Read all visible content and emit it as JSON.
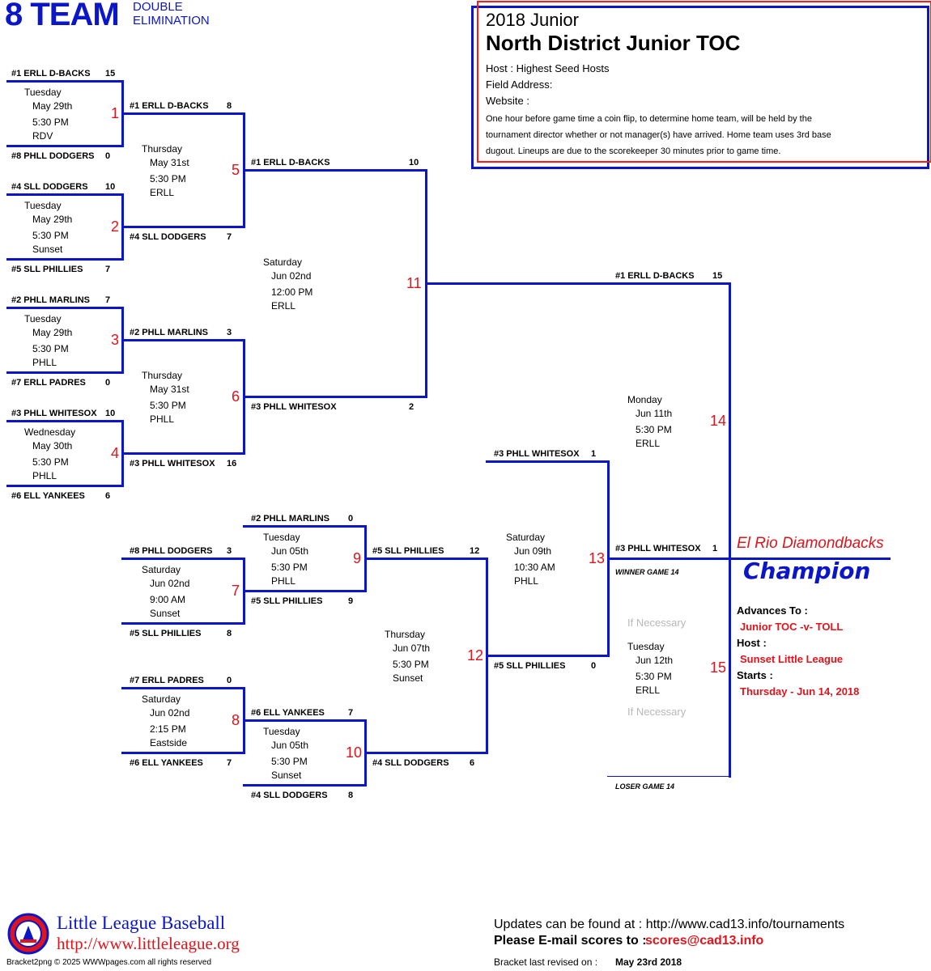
{
  "header": {
    "title_main": "8 TEAM",
    "title_sub_1": "DOUBLE",
    "title_sub_2": "ELIMINATION"
  },
  "tournament": {
    "year": "2018 Junior",
    "name": "North District Junior TOC",
    "host": "Host : Highest Seed Hosts",
    "field_address": "Field Address:",
    "website": "Website :",
    "description": "One hour before game time a coin flip, to determine home team, will be held by the tournament director whether or not manager(s) have arrived. Home team uses 3rd base dugout. Lineups are due to the scorekeeper 30 minutes prior to game time."
  },
  "teams": [
    {
      "name": "#1 ERLL D-BACKS",
      "score": "15"
    },
    {
      "name": "#8  PHLL DODGERS",
      "score": "0"
    },
    {
      "name": "#4 SLL DODGERS",
      "score": "10"
    },
    {
      "name": "#5  SLL PHILLIES",
      "score": "7"
    },
    {
      "name": "#2 PHLL MARLINS",
      "score": "7"
    },
    {
      "name": "#7 ERLL PADRES",
      "score": "0"
    },
    {
      "name": "#3 PHLL WHITESOX",
      "score": "10"
    },
    {
      "name": "#6 ELL YANKEES",
      "score": "6"
    },
    {
      "name": "#1 ERLL D-BACKS",
      "score": "8"
    },
    {
      "name": "#4 SLL DODGERS",
      "score": "7"
    },
    {
      "name": "#2 PHLL MARLINS",
      "score": "3"
    },
    {
      "name": "#3 PHLL WHITESOX",
      "score": "16"
    },
    {
      "name": "#1 ERLL D-BACKS",
      "score": "10"
    },
    {
      "name": "#3 PHLL WHITESOX",
      "score": "2"
    },
    {
      "name": "#1 ERLL D-BACKS",
      "score": "15"
    },
    {
      "name": "#8 PHLL DODGERS",
      "score": "3"
    },
    {
      "name": "#5 SLL PHILLIES",
      "score": "8"
    },
    {
      "name": "#7 ERLL PADRES",
      "score": "0"
    },
    {
      "name": "#6 ELL YANKEES",
      "score": "7"
    },
    {
      "name": "#2 PHLL MARLINS",
      "score": "0"
    },
    {
      "name": "#5 SLL PHILLIES",
      "score": "9"
    },
    {
      "name": "#6 ELL YANKEES",
      "score": "7"
    },
    {
      "name": "#4 SLL DODGERS",
      "score": "8"
    },
    {
      "name": "#5 SLL PHILLIES",
      "score": "12"
    },
    {
      "name": "#4 SLL DODGERS",
      "score": "6"
    },
    {
      "name": "#3 PHLL WHITESOX",
      "score": "1"
    },
    {
      "name": "#5 SLL PHILLIES",
      "score": "0"
    },
    {
      "name": "#3 PHLL WHITESOX",
      "score": "1"
    }
  ],
  "games": [
    {
      "num": "1",
      "day": "Tuesday",
      "date": "May 29th",
      "time": "5:30 PM",
      "field": "RDV"
    },
    {
      "num": "2",
      "day": "Tuesday",
      "date": "May 29th",
      "time": "5:30 PM",
      "field": "Sunset"
    },
    {
      "num": "3",
      "day": "Tuesday",
      "date": "May 29th",
      "time": "5:30 PM",
      "field": "PHLL"
    },
    {
      "num": "4",
      "day": "Wednesday",
      "date": "May 30th",
      "time": "5:30 PM",
      "field": "PHLL"
    },
    {
      "num": "5",
      "day": "Thursday",
      "date": "May 31st",
      "time": "5:30 PM",
      "field": "ERLL"
    },
    {
      "num": "6",
      "day": "Thursday",
      "date": "May 31st",
      "time": "5:30 PM",
      "field": "PHLL"
    },
    {
      "num": "11",
      "day": "Saturday",
      "date": "Jun 02nd",
      "time": "12:00 PM",
      "field": "ERLL"
    },
    {
      "num": "7",
      "day": "Saturday",
      "date": "Jun 02nd",
      "time": "9:00 AM",
      "field": "Sunset"
    },
    {
      "num": "8",
      "day": "Saturday",
      "date": "Jun 02nd",
      "time": "2:15 PM",
      "field": "Eastside"
    },
    {
      "num": "9",
      "day": "Tuesday",
      "date": "Jun 05th",
      "time": "5:30 PM",
      "field": "PHLL"
    },
    {
      "num": "10",
      "day": "Tuesday",
      "date": "Jun 05th",
      "time": "5:30 PM",
      "field": "Sunset"
    },
    {
      "num": "12",
      "day": "Thursday",
      "date": "Jun 07th",
      "time": "5:30 PM",
      "field": "Sunset"
    },
    {
      "num": "13",
      "day": "Saturday",
      "date": "Jun 09th",
      "time": "10:30 AM",
      "field": "PHLL"
    },
    {
      "num": "14",
      "day": "Monday",
      "date": "Jun 11th",
      "time": "5:30 PM",
      "field": "ERLL"
    },
    {
      "num": "15",
      "day": "Tuesday",
      "date": "Jun 12th",
      "time": "5:30 PM",
      "field": "ERLL"
    }
  ],
  "labels": {
    "if_necessary": "If Necessary",
    "winner_game_14": "WINNER GAME 14",
    "loser_game_14": "LOSER GAME 14"
  },
  "champion": {
    "team": "El Rio Diamondbacks",
    "word": "Champion",
    "advances_label": "Advances To :",
    "advances_value": "Junior TOC -v- TOLL",
    "host_label": "Host :",
    "host_value": "Sunset Little League",
    "starts_label": "Starts :",
    "starts_value": "Thursday - Jun 14, 2018"
  },
  "footer": {
    "ll_name": "Little League Baseball",
    "ll_url": "http://www.littleleague.org",
    "copyright": "Bracket2png © 2025 WWWpages.com all rights reserved",
    "updates": "Updates can be found at : http://www.cad13.info/tournaments",
    "email_label": "Please E-mail scores to :",
    "email_value": "scores@cad13.info",
    "revised_label": "Bracket last revised on :",
    "revised_value": "May 23rd 2018"
  },
  "colors": {
    "bracket_line": "#0b16c9",
    "game_number": "#e0141c",
    "frame_red": "#ff1a1a"
  }
}
